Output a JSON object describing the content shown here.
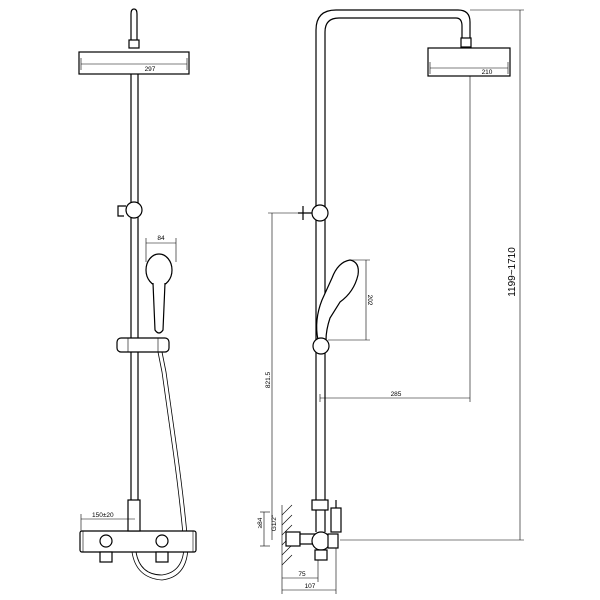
{
  "front_view": {
    "head_width": "297",
    "handshower_width": "84",
    "inlet_spacing": "150±20"
  },
  "side_view": {
    "head_width": "210",
    "handshower_length": "202",
    "arm_reach": "285",
    "slide_height": "821.5",
    "overall_height": "1199~1710",
    "inlet_height": "≥84",
    "thread": "G1/2\"",
    "wall_offset": "75",
    "depth": "107"
  },
  "colors": {
    "line": "#000000",
    "background": "#ffffff"
  }
}
